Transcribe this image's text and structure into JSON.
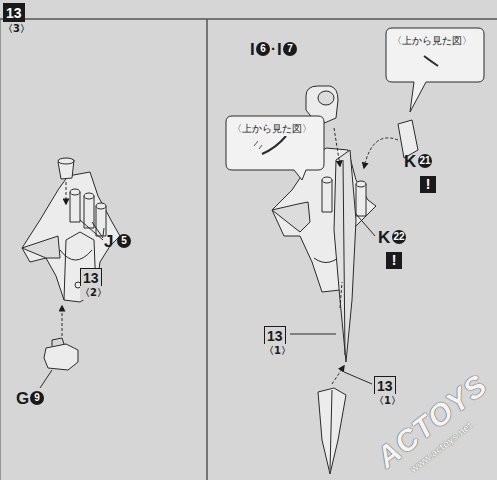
{
  "diagram": {
    "labels": [
      "13",
      "〈3〉",
      "J",
      "5",
      "G",
      "9",
      "13",
      "〈2〉",
      "I",
      "6",
      "·",
      "I",
      "7",
      "〈上から見た図〉",
      "K",
      "21",
      "!",
      "〈上から見た図〉",
      "K",
      "22",
      "!",
      "13",
      "〈1〉",
      "13",
      "〈1〉",
      "ACTOYS",
      "www.actoys.net"
    ]
  }
}
